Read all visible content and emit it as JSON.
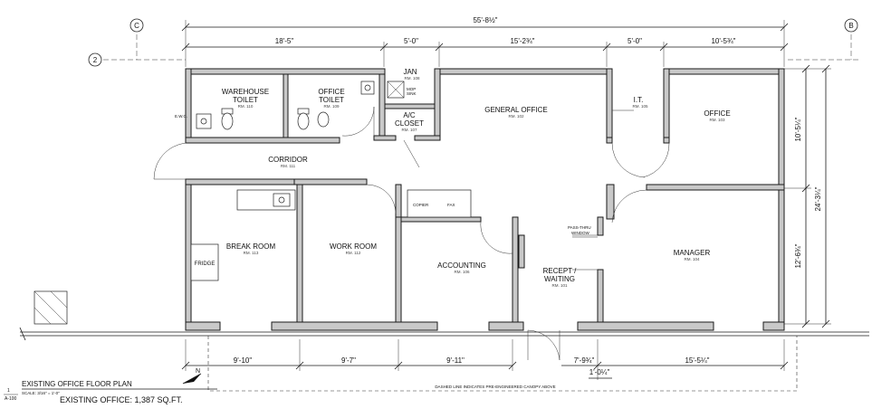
{
  "grid_markers": {
    "top_left": "C",
    "top_right": "B",
    "left_row": "2"
  },
  "dimensions": {
    "overall_top": "55'-8½\"",
    "top_segments": [
      "18'-5\"",
      "5'-0\"",
      "15'-2¾\"",
      "5'-0\"",
      "10'-5¾\""
    ],
    "right_segments": [
      "10'-5¼\"",
      "12'-6¾\""
    ],
    "right_overall": "24'-3¼\"",
    "bottom_segments": [
      "9'-10\"",
      "9'-7\"",
      "9'-11\"",
      "7'-9¾\"",
      "15'-5¼\""
    ],
    "bottom_small": "1'-0¼\""
  },
  "rooms": [
    {
      "name": "WAREHOUSE TOILET",
      "line1": "WAREHOUSE",
      "line2": "TOILET",
      "number": "RM. 110"
    },
    {
      "name": "OFFICE TOILET",
      "line1": "OFFICE",
      "line2": "TOILET",
      "number": "RM. 109"
    },
    {
      "name": "JAN",
      "line1": "JAN",
      "number": "RM. 108"
    },
    {
      "name": "A/C CLOSET",
      "line1": "A/C",
      "line2": "CLOSET",
      "number": "RM. 107"
    },
    {
      "name": "GENERAL OFFICE",
      "line1": "GENERAL OFFICE",
      "number": "RM. 102"
    },
    {
      "name": "I.T.",
      "line1": "I.T.",
      "number": "RM. 105"
    },
    {
      "name": "OFFICE",
      "line1": "OFFICE",
      "number": "RM. 103"
    },
    {
      "name": "CORRIDOR",
      "line1": "CORRIDOR",
      "number": "RM. 111"
    },
    {
      "name": "BREAK ROOM",
      "line1": "BREAK ROOM",
      "number": "RM. 113"
    },
    {
      "name": "WORK ROOM",
      "line1": "WORK ROOM",
      "number": "RM. 112"
    },
    {
      "name": "ACCOUNTING",
      "line1": "ACCOUNTING",
      "number": "RM. 106"
    },
    {
      "name": "RECEPT / WAITING",
      "line1": "RECEPT /",
      "line2": "WAITING",
      "number": "RM. 101"
    },
    {
      "name": "MANAGER",
      "line1": "MANAGER",
      "number": "RM. 104"
    }
  ],
  "fixtures": {
    "fridge": "FRIDGE",
    "ewc": "E.W.C.",
    "mop_sink_1": "MOP",
    "mop_sink_2": "SINK",
    "copier": "COPIER",
    "fax": "FAX",
    "pass_thru_1": "PASS-THRU",
    "pass_thru_2": "WINDOW"
  },
  "canopy_note": "DASHED LINE INDICATES PRE-ENGINEERED CANOPY ABOVE",
  "title_block": {
    "sheet_num": "1",
    "sheet_ref": "A-100",
    "title": "EXISTING OFFICE FLOOR PLAN",
    "scale": "SCALE: 3/16\" = 1'-0\"",
    "area": "EXISTING OFFICE: 1,387 SQ.FT."
  },
  "north_arrow": "N"
}
